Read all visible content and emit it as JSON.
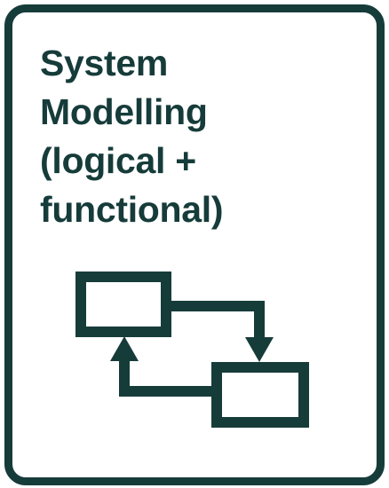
{
  "card": {
    "title_lines": [
      "System",
      "Modelling",
      "(logical +",
      "functional)"
    ]
  },
  "icon": {
    "name": "flow-diagram-icon"
  },
  "colors": {
    "ink": "#163c3a",
    "background": "#ffffff"
  }
}
